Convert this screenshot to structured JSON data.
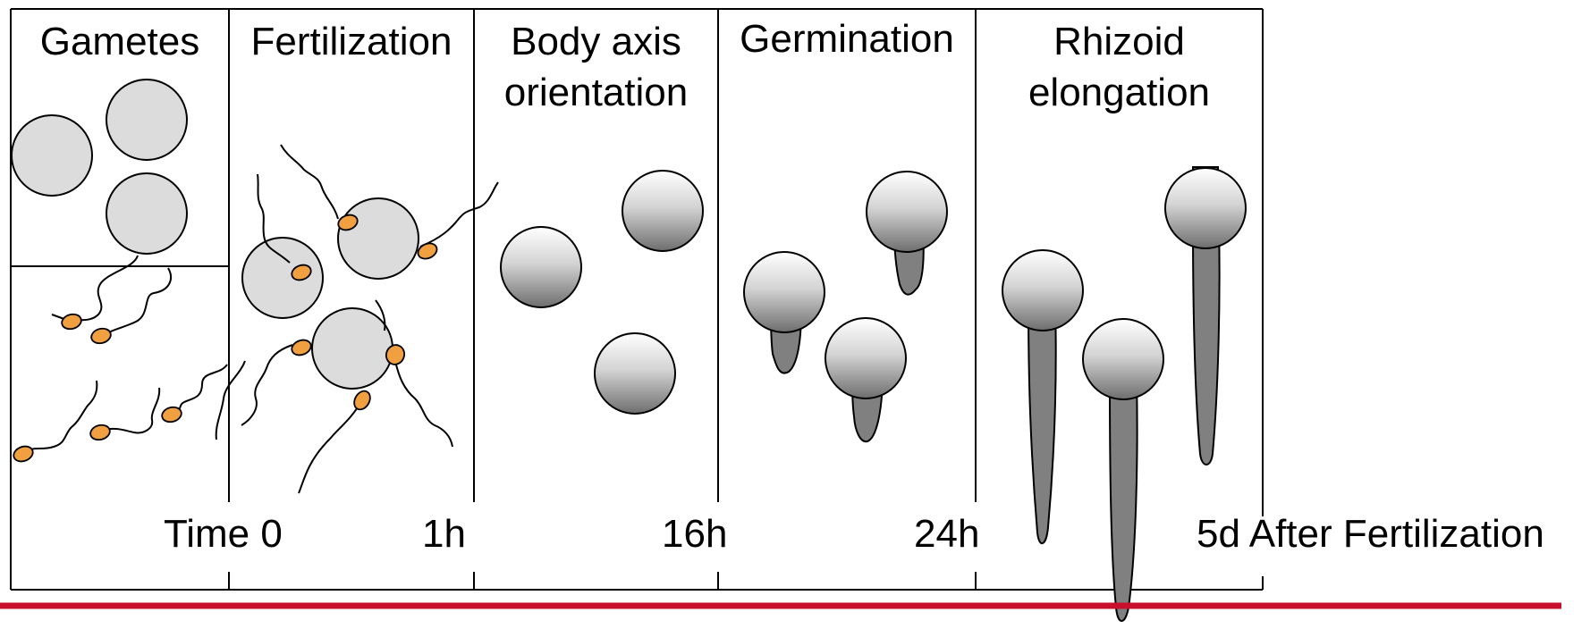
{
  "stages": [
    {
      "id": "gametes",
      "lines": [
        "Gametes"
      ]
    },
    {
      "id": "fertilization",
      "lines": [
        "Fertilization"
      ]
    },
    {
      "id": "body-axis",
      "lines": [
        "Body axis",
        "orientation"
      ]
    },
    {
      "id": "germination",
      "lines": [
        "Germination"
      ]
    },
    {
      "id": "rhizoid",
      "lines": [
        "Rhizoid",
        "elongation"
      ]
    }
  ],
  "timeline": {
    "t0": "Time 0",
    "t1": "1h",
    "t2": "16h",
    "t3": "24h",
    "t4": "5d After Fertilization"
  },
  "colors": {
    "egg_fill": "#dcdcdc",
    "sperm_fill": "#f0a040",
    "rhizoid_fill": "#808080",
    "baseline": "#c8102e"
  }
}
